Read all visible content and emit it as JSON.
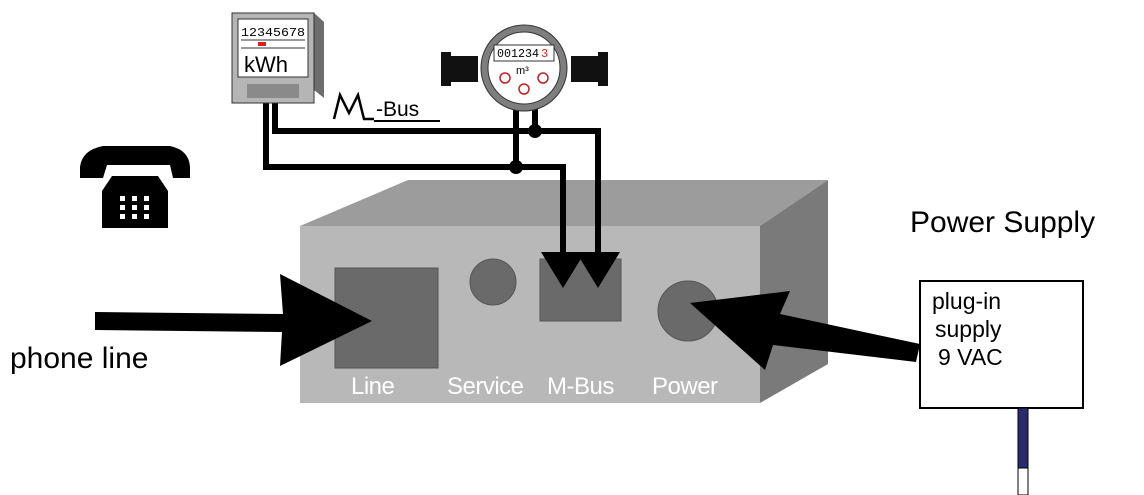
{
  "labels": {
    "power_supply": "Power Supply",
    "phone_line": "phone line",
    "mbus": "M-Bus"
  },
  "ports": {
    "line": "Line",
    "service": "Service",
    "mbus": "M-Bus",
    "power": "Power"
  },
  "supply_box": {
    "line1": "plug-in",
    "line2": "supply",
    "line3": "9 VAC"
  },
  "electric_meter": {
    "reading": "12345678",
    "unit": "kWh"
  },
  "water_meter": {
    "reading_black": "001234",
    "reading_red": "3",
    "unit": "m³"
  },
  "colors": {
    "box_front": "#b8b8b8",
    "box_side": "#7a7a7a",
    "box_top": "#9c9c9c",
    "port_fill": "#6a6a6a",
    "port_stroke": "#5a5a5a",
    "arrow": "#000000",
    "cable": "#2a2a6e"
  },
  "icons": [
    "telephone-icon",
    "electric-meter-icon",
    "water-meter-icon"
  ]
}
